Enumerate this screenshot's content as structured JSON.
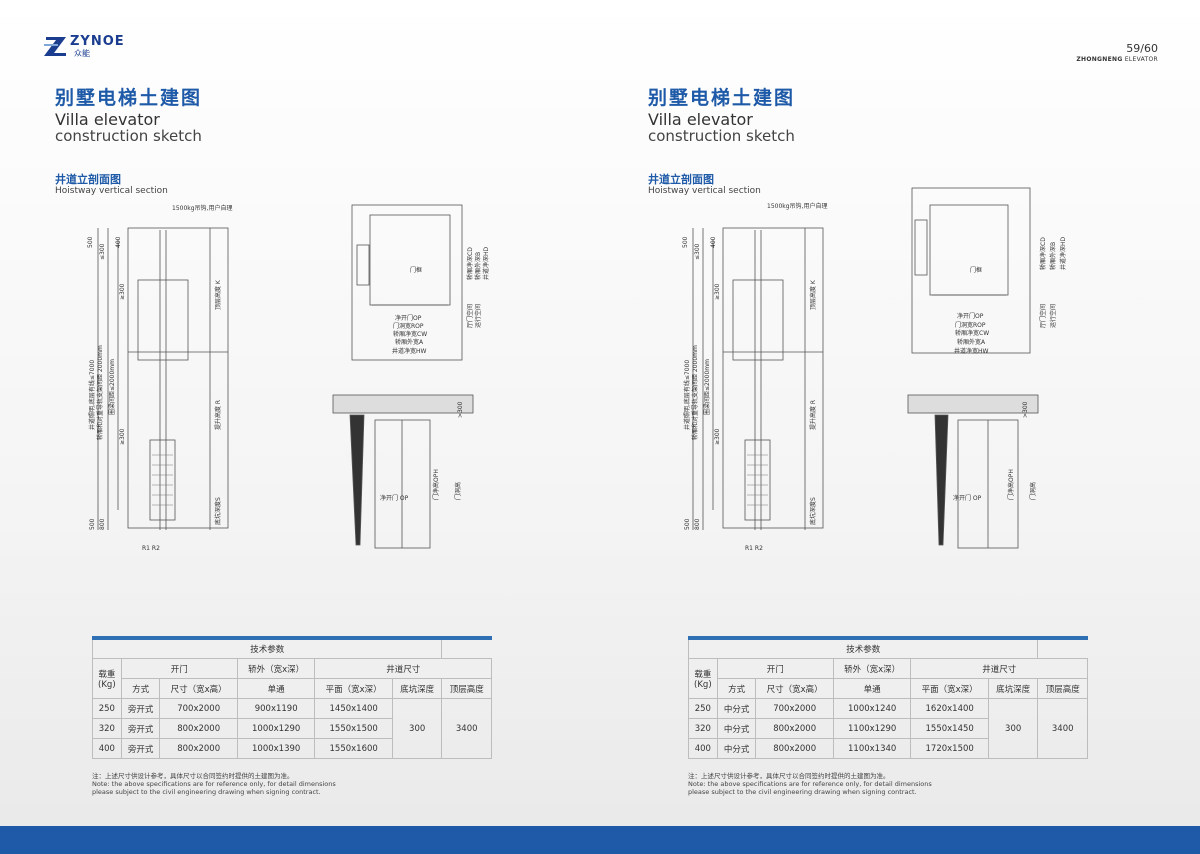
{
  "header": {
    "logo": "ZYNOE",
    "logo_cn": "众能",
    "page": "59/60",
    "brand_bold": "ZHONGNENG",
    "brand_rest": " ELEVATOR"
  },
  "left": {
    "title_cn": "别墅电梯土建图",
    "title_en1": "Villa elevator",
    "title_en2": "construction sketch",
    "section_cn": "井道立剖面图",
    "section_en": "Hoistway vertical section",
    "table": {
      "caption": "技术参数",
      "h": {
        "load": "载重",
        "unit": "(Kg)",
        "door": "开门",
        "car": "轿外（宽x深）",
        "shaft": "井道尺寸",
        "mode": "方式",
        "size": "尺寸（宽x高）",
        "single": "单通",
        "plan": "平面（宽x深）",
        "pit": "底坑深度",
        "top": "顶层高度"
      },
      "rows": [
        {
          "load": "250",
          "mode": "旁开式",
          "size": "700x2000",
          "car": "900x1190",
          "plan": "1450x1400"
        },
        {
          "load": "320",
          "mode": "旁开式",
          "size": "800x2000",
          "car": "1000x1290",
          "plan": "1550x1500"
        },
        {
          "load": "400",
          "mode": "旁开式",
          "size": "800x2000",
          "car": "1000x1390",
          "plan": "1550x1600"
        }
      ],
      "pit": "300",
      "top": "3400"
    },
    "note": [
      "注：上述尺寸供设计参考，具体尺寸以合同签约时提供的土建图为准。",
      "Note: the above specifications are for reference only, for detail dimensions",
      "please subject to the civil engineering drawing when signing contract."
    ]
  },
  "right": {
    "title_cn": "别墅电梯土建图",
    "title_en1": "Villa elevator",
    "title_en2": "construction sketch",
    "section_cn": "井道立剖面图",
    "section_en": "Hoistway vertical section",
    "table": {
      "caption": "技术参数",
      "h": {
        "load": "载重",
        "unit": "(Kg)",
        "door": "开门",
        "car": "轿外（宽x深）",
        "shaft": "井道尺寸",
        "mode": "方式",
        "size": "尺寸（宽x高）",
        "single": "单通",
        "plan": "平面（宽x深）",
        "pit": "底坑深度",
        "top": "顶层高度"
      },
      "rows": [
        {
          "load": "250",
          "mode": "中分式",
          "size": "700x2000",
          "car": "1000x1240",
          "plan": "1620x1400"
        },
        {
          "load": "320",
          "mode": "中分式",
          "size": "800x2000",
          "car": "1100x1290",
          "plan": "1550x1450"
        },
        {
          "load": "400",
          "mode": "中分式",
          "size": "800x2000",
          "car": "1100x1340",
          "plan": "1720x1500"
        }
      ],
      "pit": "300",
      "top": "3400"
    },
    "note": [
      "注：上述尺寸供设计参考，具体尺寸以合同签约时提供的土建图为准。",
      "Note: the above specifications are for reference only, for detail dimensions",
      "please subject to the civil engineering drawing when signing contract."
    ]
  },
  "drawing": {
    "hook": "1500kg吊钩,用户自理",
    "dims_top": [
      "500",
      "400",
      "≤300",
      "≥300"
    ],
    "dims_side": [
      "井道照明,底层有线≤7000",
      "轿厢和对重导轨支架间距 2000mm",
      "圈梁间距≤2000mm"
    ],
    "dims_mid": "≥300",
    "dims_bottom": [
      "500",
      "800"
    ],
    "k": "顶层高度 K",
    "r": "提升高度 R",
    "s": "底坑深度S",
    "r12": "R1 R2",
    "plan": {
      "cd": "轿厢净深CD",
      "d": "轿厢外深B",
      "hd": "井道净深HD",
      "door": "门框",
      "op": "净开门OP",
      "rop": "门洞宽ROP",
      "cw": "轿厢净宽CW",
      "a": "轿厢外宽A",
      "hw": "井道净宽HW",
      "e1": "厅门空间",
      "e2": "运行空间"
    },
    "door": {
      "gt300": ">300",
      "oph": "门净高OPH",
      "dh": "门洞高",
      "op": "净开门 OP"
    }
  }
}
